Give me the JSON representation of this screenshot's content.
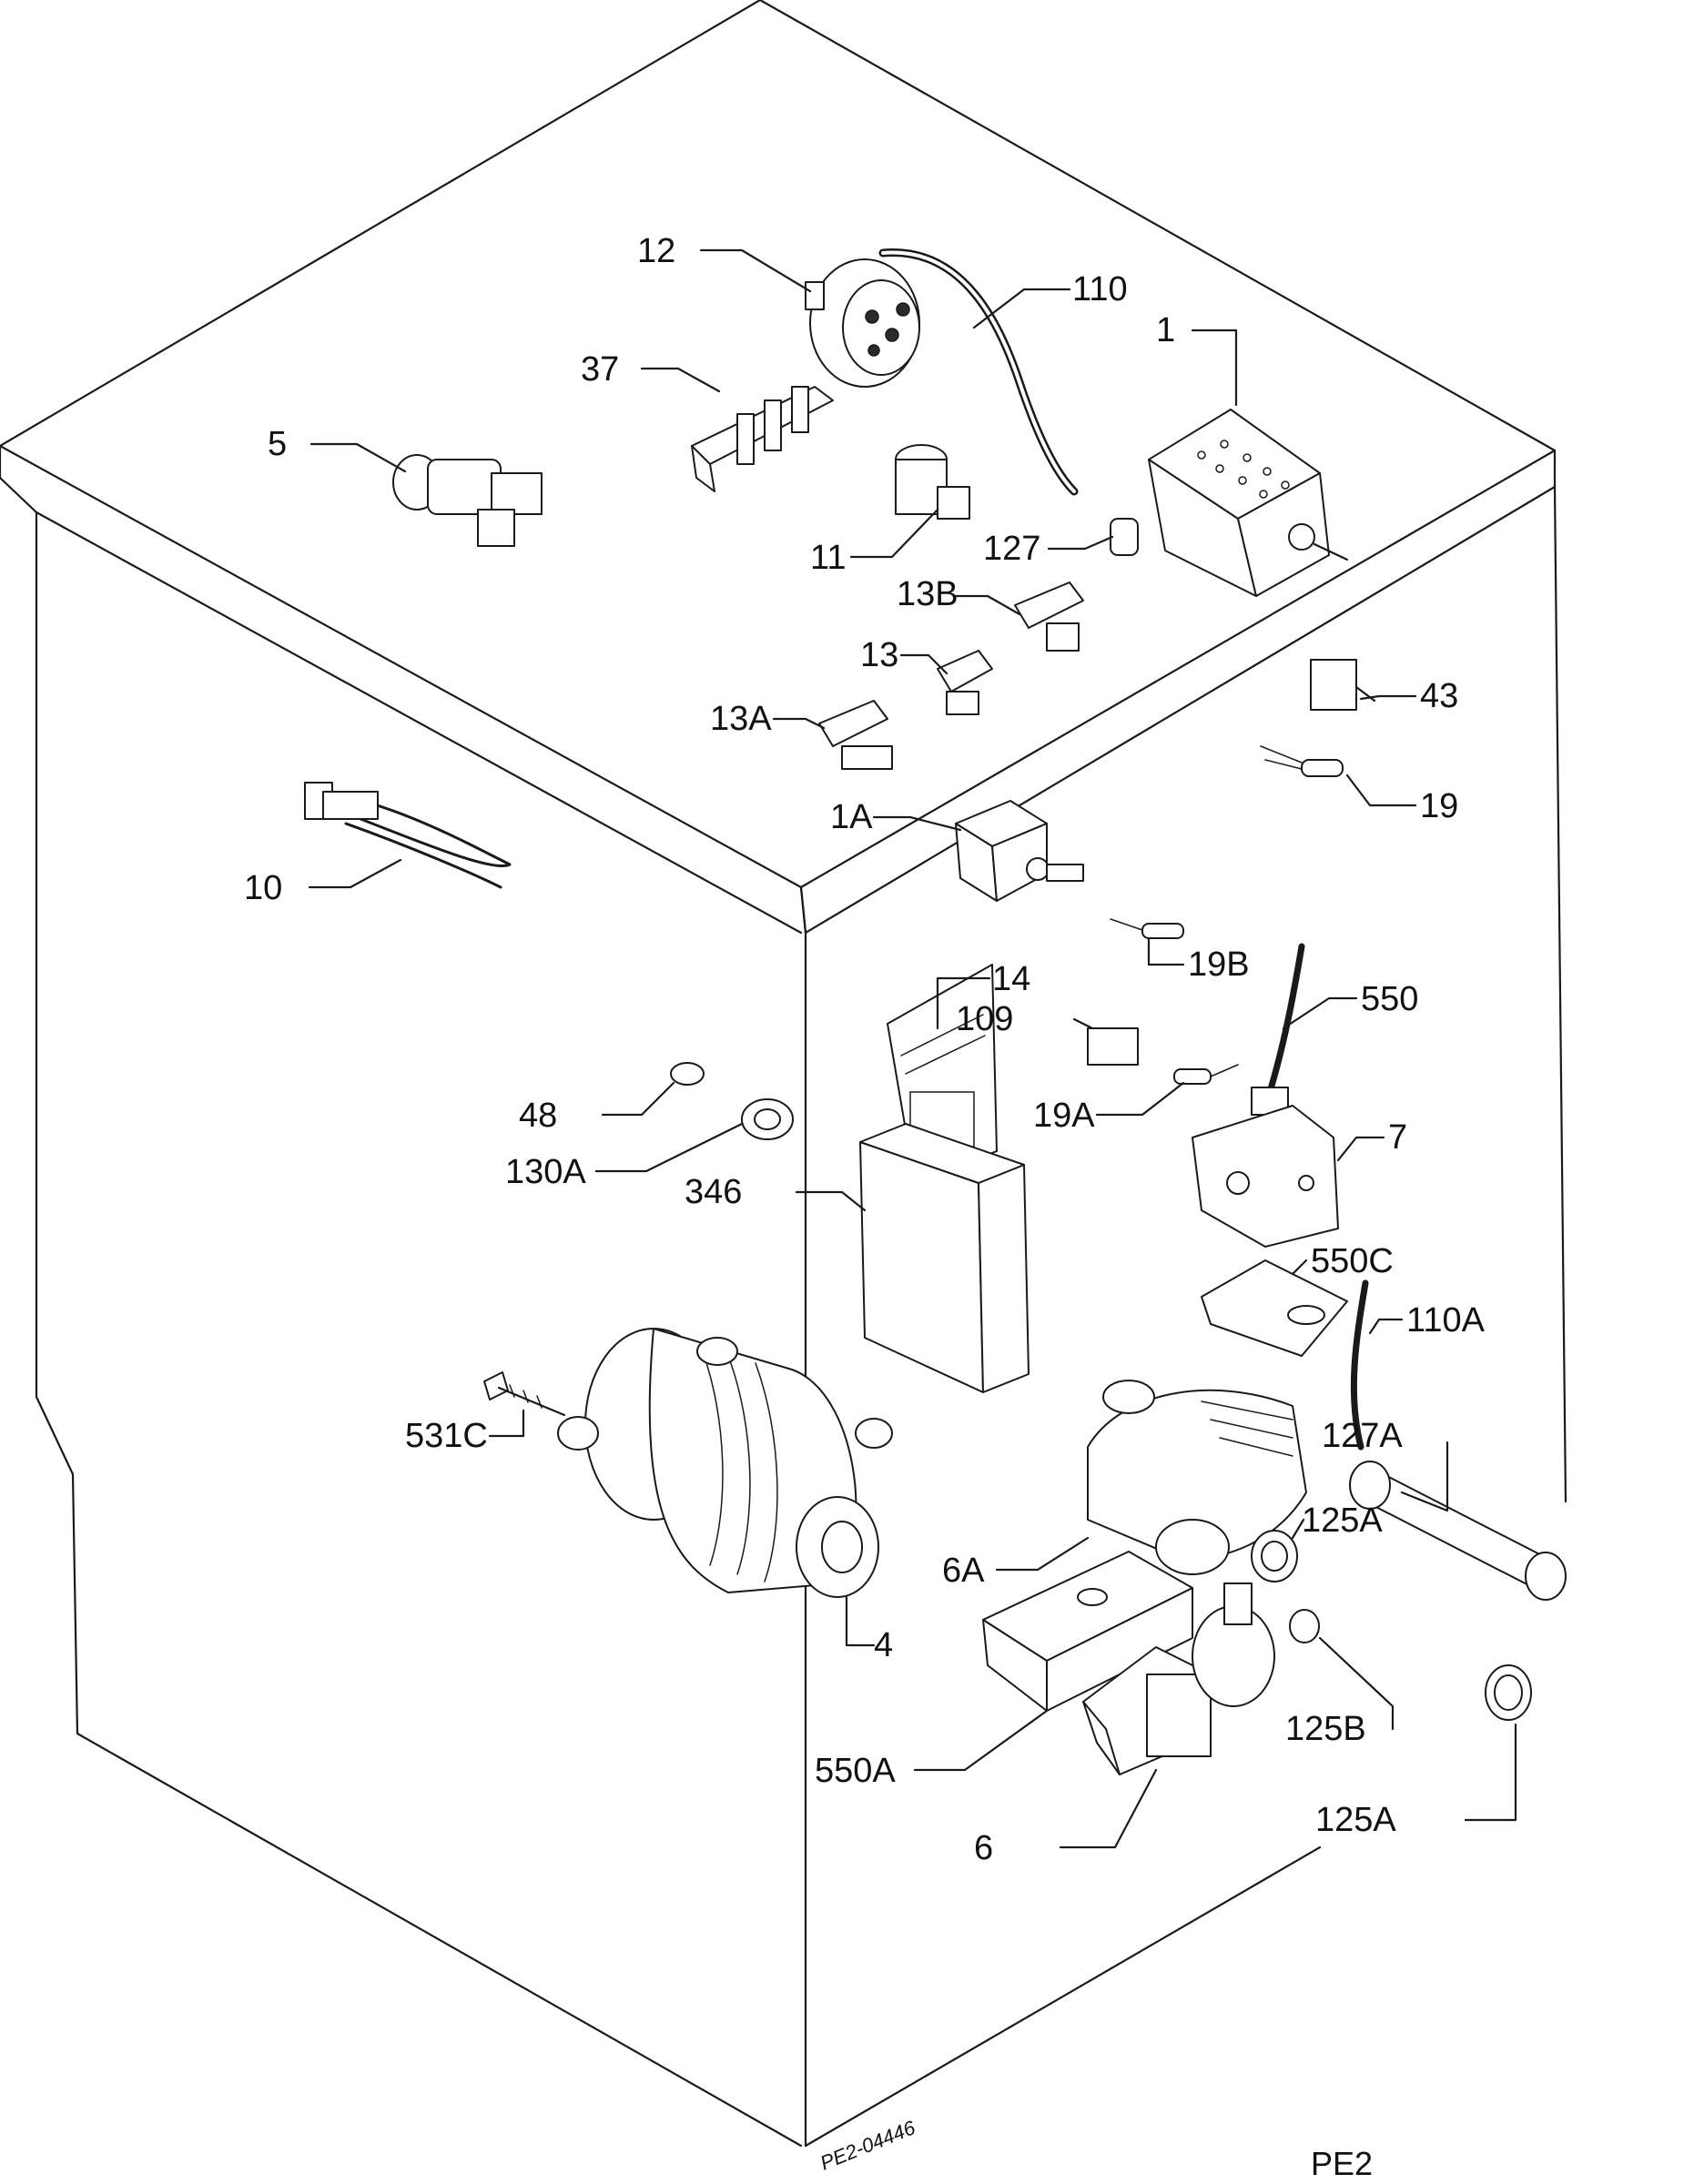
{
  "labels": [
    {
      "id": "12",
      "text": "12"
    },
    {
      "id": "110",
      "text": "110"
    },
    {
      "id": "1",
      "text": "1"
    },
    {
      "id": "37",
      "text": "37"
    },
    {
      "id": "5",
      "text": "5"
    },
    {
      "id": "11",
      "text": "11"
    },
    {
      "id": "127",
      "text": "127"
    },
    {
      "id": "13B",
      "text": "13B"
    },
    {
      "id": "13",
      "text": "13"
    },
    {
      "id": "13A",
      "text": "13A"
    },
    {
      "id": "43",
      "text": "43"
    },
    {
      "id": "19",
      "text": "19"
    },
    {
      "id": "1A",
      "text": "1A"
    },
    {
      "id": "10",
      "text": "10"
    },
    {
      "id": "19B",
      "text": "19B"
    },
    {
      "id": "14",
      "text": "14"
    },
    {
      "id": "109",
      "text": "109"
    },
    {
      "id": "550",
      "text": "550"
    },
    {
      "id": "48",
      "text": "48"
    },
    {
      "id": "19A",
      "text": "19A"
    },
    {
      "id": "130A",
      "text": "130A"
    },
    {
      "id": "7",
      "text": "7"
    },
    {
      "id": "346",
      "text": "346"
    },
    {
      "id": "550C",
      "text": "550C"
    },
    {
      "id": "110A",
      "text": "110A"
    },
    {
      "id": "531C",
      "text": "531C"
    },
    {
      "id": "127A",
      "text": "127A"
    },
    {
      "id": "125A_top",
      "text": "125A"
    },
    {
      "id": "6A",
      "text": "6A"
    },
    {
      "id": "4",
      "text": "4"
    },
    {
      "id": "125B",
      "text": "125B"
    },
    {
      "id": "550A",
      "text": "550A"
    },
    {
      "id": "125A_bottom",
      "text": "125A"
    },
    {
      "id": "6",
      "text": "6"
    }
  ],
  "drawing_code": "PE2-04446",
  "page_code": "PE2"
}
